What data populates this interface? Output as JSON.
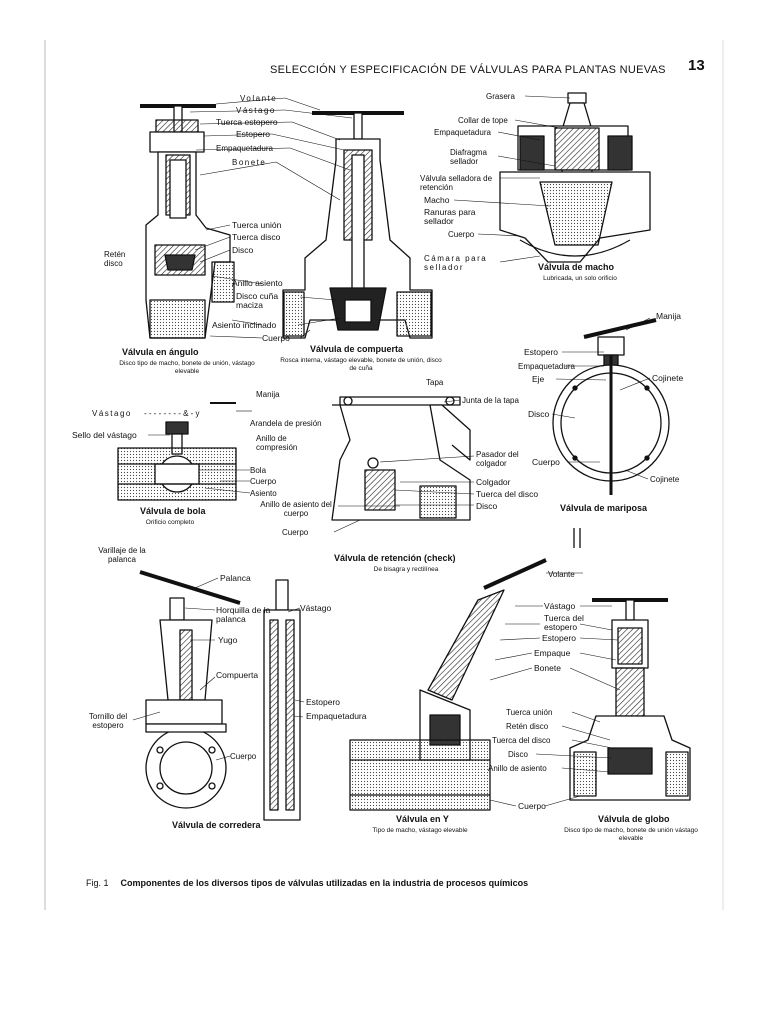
{
  "header": {
    "title": "SELECCIÓN Y ESPECIFICACIÓN DE VÁLVULAS PARA PLANTAS NUEVAS",
    "page_number": "13"
  },
  "valves": {
    "angle": {
      "caption": "Válvula en ángulo",
      "subcaption": "Disco tipo de macho, bonete de unión, vástago elevable",
      "labels": [
        "Volante",
        "Vástago",
        "Tuerca estopero",
        "Estopero",
        "Empaquetadura",
        "Bonete",
        "Tuerca unión",
        "Tuerca disco",
        "Disco",
        "Retén disco",
        "Anillo asiento",
        "Disco cuña maciza",
        "Asiento inclinado",
        "Cuerpo"
      ]
    },
    "gate": {
      "caption": "Válvula de compuerta",
      "subcaption": "Rosca interna, vástago elevable, bonete de unión, disco de cuña"
    },
    "plug": {
      "caption": "Válvula de macho",
      "subcaption": "Lubricada, un solo orificio",
      "labels": [
        "Grasera",
        "Collar de tope",
        "Empaquetadura",
        "Diafragma sellador",
        "Válvula selladora de retención",
        "Macho",
        "Ranuras para sellador",
        "Cuerpo",
        "Cámara para sellador"
      ]
    },
    "ball": {
      "caption": "Válvula de bola",
      "subcaption": "Orificio completo",
      "labels": [
        "Manija",
        "Vástago",
        "Sello del vástago",
        "Arandela de presión",
        "Anillo de compresión",
        "Bola",
        "Cuerpo",
        "Asiento"
      ],
      "stem_dots": "- - - - - - - - & - y"
    },
    "check": {
      "caption": "Válvula de retención (check)",
      "subcaption": "De bisagra y rectilínea",
      "labels": [
        "Tapa",
        "Junta de la tapa",
        "Pasador del colgador",
        "Colgador",
        "Tuerca del disco",
        "Disco",
        "Anillo de asiento del cuerpo",
        "Cuerpo"
      ]
    },
    "butterfly": {
      "caption": "Válvula de mariposa",
      "labels": [
        "Manija",
        "Estopero",
        "Empaquetadura",
        "Eje",
        "Cojinete",
        "Disco",
        "Cuerpo",
        "Cojinete"
      ]
    },
    "slide": {
      "caption": "Válvula de corredera",
      "labels": [
        "Varillaje de la palanca",
        "Palanca",
        "Horquilla de la palanca",
        "Yugo",
        "Compuerta",
        "Tornillo del estopero",
        "Cuerpo",
        "Vástago",
        "Estopero",
        "Empaquetadura"
      ]
    },
    "y_valve": {
      "caption": "Válvula en Y",
      "subcaption": "Tipo de macho, vástago elevable",
      "labels": [
        "Volante",
        "Vástago",
        "Tuerca del estopero",
        "Estopero",
        "Empaque",
        "Bonete",
        "Tuerca unión",
        "Retén disco",
        "Tuerca del disco",
        "Disco",
        "Anillo de asiento",
        "Cuerpo"
      ]
    },
    "globe": {
      "caption": "Válvula de globo",
      "subcaption": "Disco tipo de macho, bonete de unión vástago elevable"
    }
  },
  "figure": {
    "number": "Fig. 1",
    "caption": "Componentes de los diversos tipos de válvulas utilizadas en la industria de procesos químicos"
  }
}
